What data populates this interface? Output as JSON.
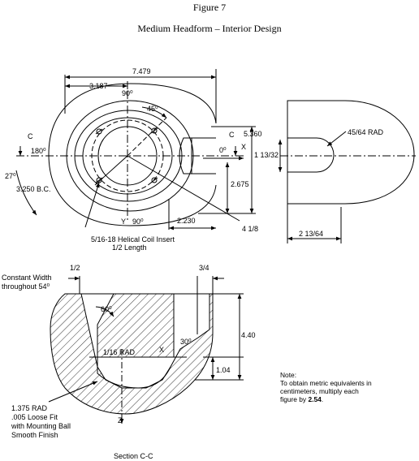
{
  "figure": {
    "label": "Figure 7",
    "title": "Medium Headform – Interior Design"
  },
  "top_view": {
    "dim_overall_width": "7.479",
    "dim_center_offset": "3.187",
    "angle_top": "90⁰",
    "angle_45": "45⁰",
    "angle_left": "180⁰",
    "angle_right": "0⁰",
    "angle_bottom": "90⁰",
    "angle_27": "27⁰",
    "axis_c_left": "C",
    "axis_c_right": "C",
    "axis_x": "X",
    "axis_y": "Y",
    "bolt_circle": "3.250 B.C.",
    "dim_height": "5.360",
    "dim_lower": "2.675",
    "dim_2230": "2.230",
    "dim_418": "4 1/8",
    "insert_label_1": "5/16-18 Helical Coil Insert",
    "insert_label_2": "1/2 Length"
  },
  "side_view": {
    "rad_label": "45/64 RAD",
    "dim_1_13_32": "1 13/32",
    "dim_2_13_64": "2 13/64"
  },
  "section": {
    "width_label_1": "Constant Width",
    "width_label_2": "throughout 54⁰",
    "dim_half": "1/2",
    "dim_three_quarter": "3/4",
    "angle_60": "60⁰",
    "angle_30": "30⁰",
    "rad_1_16": "1/16 RAD",
    "axis_x": "X",
    "axis_z": "Z",
    "dim_440": "4.40",
    "dim_104": "1.04",
    "rad_label_1": "1.375 RAD",
    "rad_label_2": ".005 Loose Fit",
    "rad_label_3": "with Mounting Ball",
    "rad_label_4": "Smooth Finish",
    "caption": "Section C-C"
  },
  "note": {
    "heading": "Note:",
    "line1": "To obtain metric equivalents in",
    "line2": "centimeters, multiply each",
    "line3": "figure by ",
    "factor": "2.54",
    "end": "."
  }
}
